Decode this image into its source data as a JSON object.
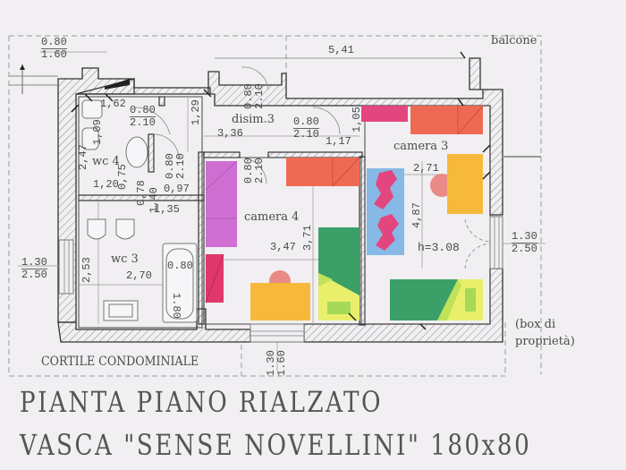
{
  "plan": {
    "title_line1": "PIANTA PIANO RIALZATO",
    "title_line2": "VASCA \"SENSE NOVELLINI\" 180x80",
    "courtyard_label": "CORTILE CONDOMINIALE",
    "balcony_label": "balcone",
    "box_label_line1": "(box di",
    "box_label_line2": "proprietà)"
  },
  "rooms": [
    {
      "id": "disim3",
      "name": "disim.3",
      "width": "3,36",
      "depth": "1,29"
    },
    {
      "id": "camera3",
      "name": "camera  3",
      "width": "2,71",
      "depth": "4,87",
      "height": "h=3.08"
    },
    {
      "id": "camera4",
      "name": "camera  4",
      "width": "3,47",
      "depth": "3,71"
    },
    {
      "id": "wc4",
      "name": "wc  4",
      "width": "1,20",
      "depth": "2,47",
      "extra": "1,62"
    },
    {
      "id": "wc3",
      "name": "wc  3",
      "width": "2,70",
      "depth": "2,53"
    }
  ],
  "dimensions": {
    "window_top_left": {
      "w": "0.80",
      "h": "1.60"
    },
    "balcony_width": "5,41",
    "door_wc4": {
      "w": "0.80",
      "h": "2.10"
    },
    "door_disim_top": {
      "w": "0.80",
      "h": "2.10"
    },
    "door_disim_mid": {
      "w": "0.80",
      "h": "2.10"
    },
    "door_camera4": {
      "w": "0.80",
      "h": "2.10"
    },
    "door_hall_small": {
      "w": "0.80",
      "h": "2.10"
    },
    "disim_segment": "1,17",
    "disim_segment_v": "1,05",
    "wc4_sub1": "1,09",
    "wc4_sub2": "0,75",
    "wc4_sub3": "0,78",
    "wc4_sub4": "1,40",
    "hall_width": "0,97",
    "hall_length": "1,35",
    "window_wc3": {
      "w": "1.30",
      "h": "2.50"
    },
    "window_camera3": {
      "w": "1.30",
      "h": "2.50"
    },
    "window_camera4": {
      "w": "1.30",
      "h": "1.60"
    },
    "tub": {
      "w": "0.80",
      "h": "1.80"
    }
  },
  "colors": {
    "background": "#f1eff2",
    "wall": "#3a3a3a",
    "wardrobe_red": "#ef6a52",
    "magenta": "#e3467f",
    "violet": "#cf6fd2",
    "crimson": "#e0386a",
    "desk_yellow": "#f6b93b",
    "bed_green": "#3aa068",
    "bed_yellow": "#e9ef6a",
    "rug_blue": "#86b9e6",
    "chair_pink": "#e98a86",
    "light_green": "#a6d957"
  }
}
